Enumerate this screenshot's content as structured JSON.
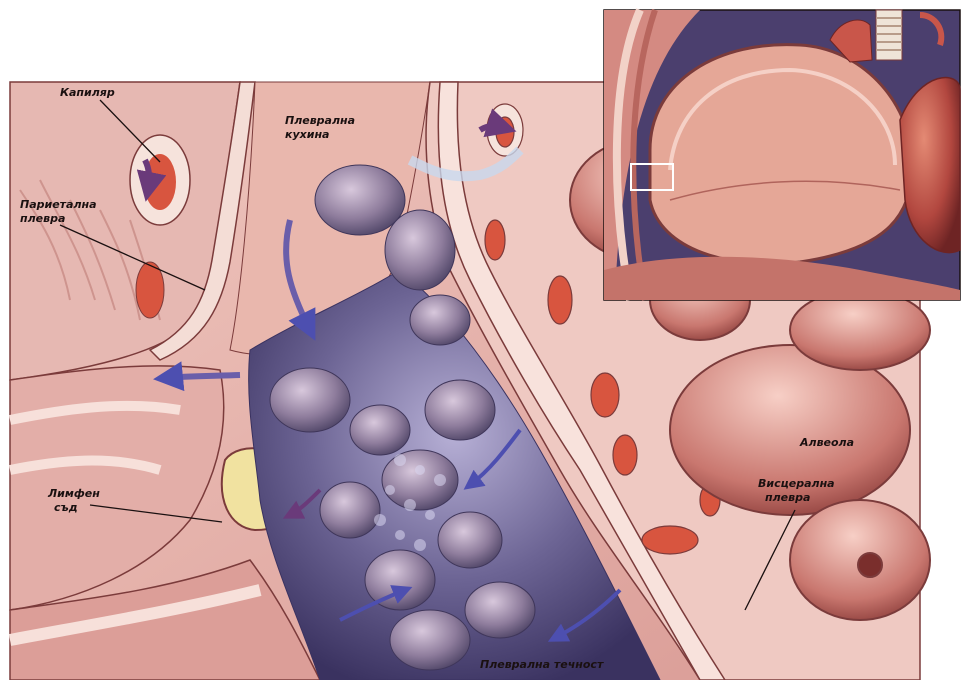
{
  "labels": {
    "capillary": "Капиляр",
    "pleural_cavity_line1": "Плеврална",
    "pleural_cavity_line2": "кухина",
    "parietal_pleura_line1": "Париетална",
    "parietal_pleura_line2": "плевра",
    "lymph_vessel_line1": "Лимфен",
    "lymph_vessel_line2": "съд",
    "alveolus": "Алвеола",
    "visceral_pleura_line1": "Висцерална",
    "visceral_pleura_line2": "плевра",
    "pleural_fluid": "Плеврална течност"
  },
  "colors": {
    "tissue_pink": "#e8b4b0",
    "tissue_dark": "#9c5a58",
    "vessel_red": "#d8553f",
    "fluid_purple": "#6a5e90",
    "arrow_blue": "#4d4fb0",
    "lymph_yellow": "#f1e2a0",
    "heart_red": "#b0403c"
  }
}
